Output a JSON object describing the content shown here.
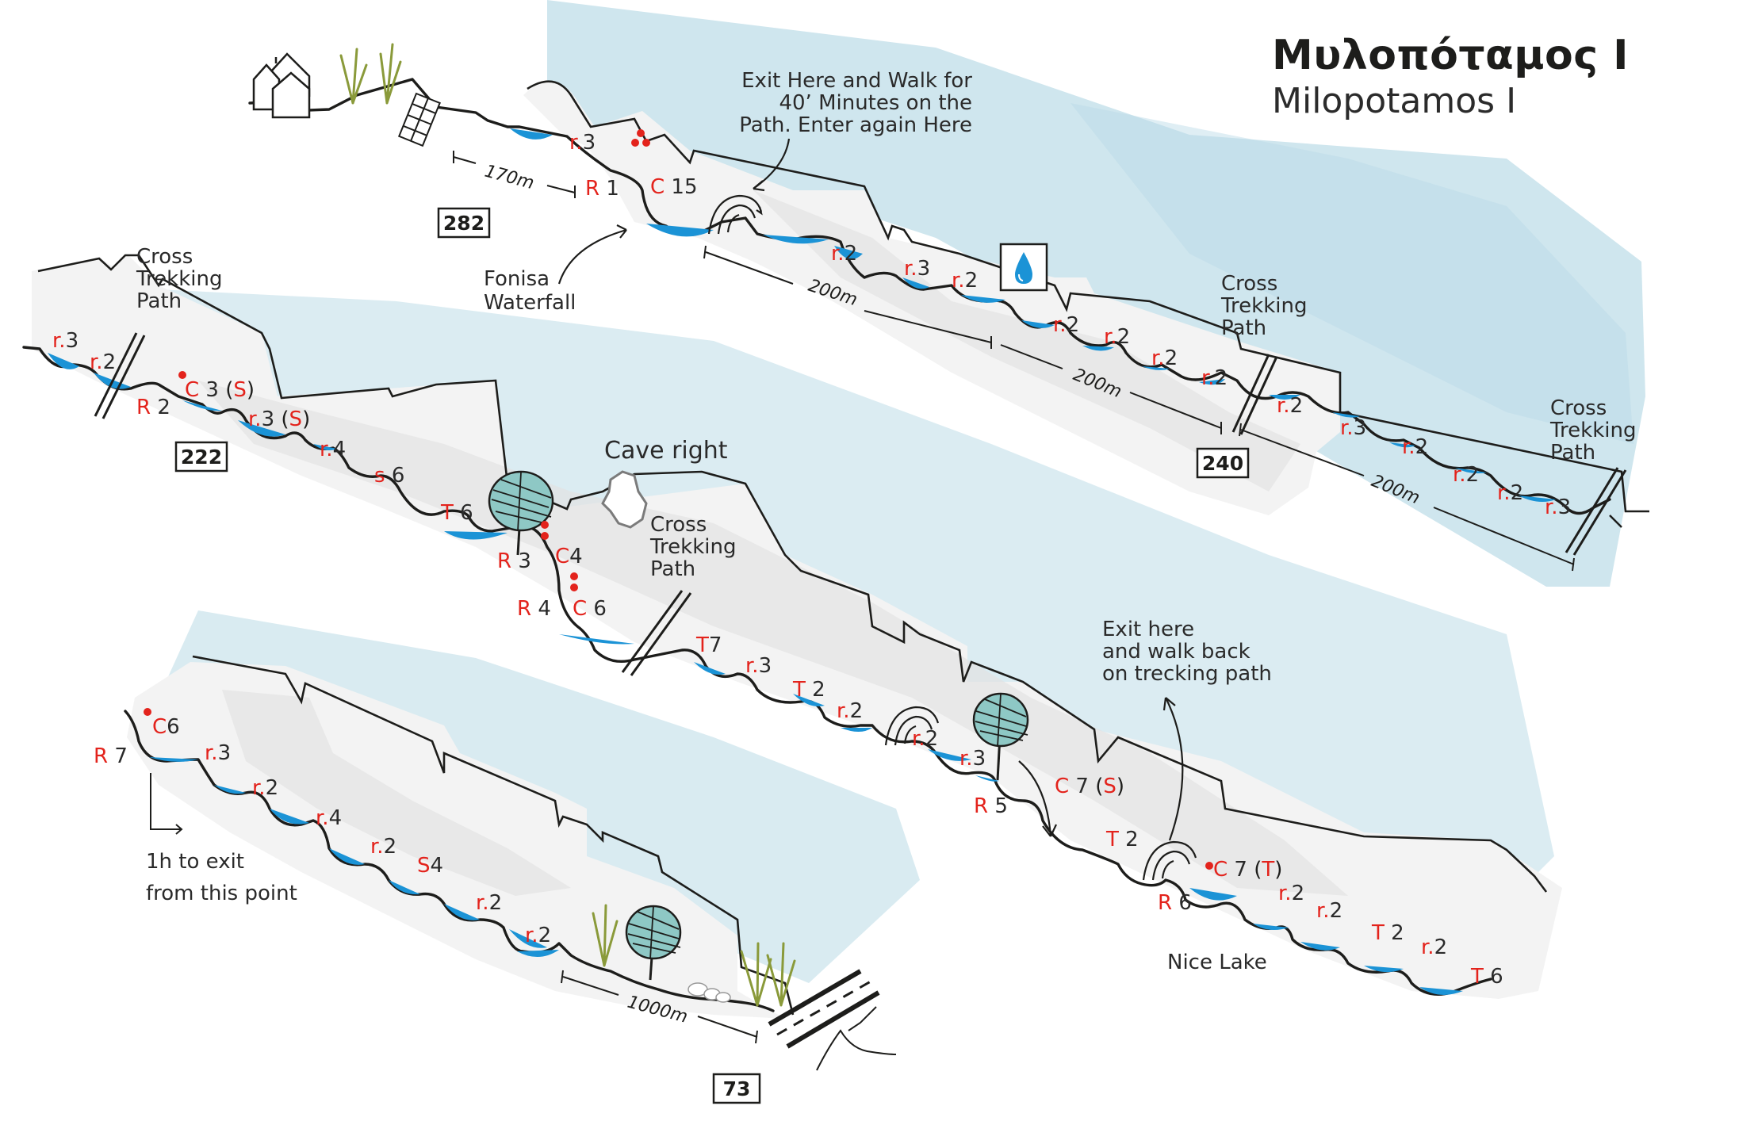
{
  "title": {
    "greek": "Μυλοπόταμος Ι",
    "english": "Milopotamos I"
  },
  "elevation_badges": [
    "282",
    "222",
    "240",
    "73"
  ],
  "distances": [
    "170m",
    "200m",
    "200m",
    "200m",
    "1000m"
  ],
  "annotations": {
    "exit_walk": [
      "Exit Here and Walk for",
      "40’ Minutes on the",
      "Path. Enter again Here"
    ],
    "fonisa": [
      "Fonisa",
      "Waterfall"
    ],
    "cross_path": [
      "Cross",
      "Trekking",
      "Path"
    ],
    "cave_right": "Cave right",
    "exit_back": [
      "Exit here",
      "and walk back",
      "on trecking path"
    ],
    "nice_lake": "Nice Lake",
    "one_hour": [
      "1h to exit",
      "from this point"
    ]
  },
  "icons": {
    "water_source": "water-drop-icon",
    "houses": "houses-icon",
    "solar_panel": "solar-panel-icon",
    "tree": "tree-icon",
    "waterfall": "waterfall-arch-icon",
    "anchor": "anchor-dot-icon",
    "cave": "cave-icon",
    "road": "road-icon"
  },
  "colors": {
    "obstacle_code": "#e3231c",
    "water": "#1b93d6",
    "rock": "#f3f3f3",
    "sky": "#cfe6ee",
    "ink": "#1d1d1b",
    "vegetation": "#8a9a3a",
    "tree": "#8ec8c5"
  },
  "legs": [
    {
      "name": "leg-1",
      "obstacles": [
        {
          "code": "r.",
          "value": "3"
        },
        {
          "code": "R",
          "value": "1"
        },
        {
          "code": "C",
          "value": "15"
        },
        {
          "code": "r.",
          "value": "2"
        },
        {
          "code": "r.",
          "value": "3"
        },
        {
          "code": "r.",
          "value": "2"
        },
        {
          "code": "r.",
          "value": "2"
        },
        {
          "code": "r.",
          "value": "2"
        },
        {
          "code": "r.",
          "value": "2"
        },
        {
          "code": "r.",
          "value": "2"
        },
        {
          "code": "r.",
          "value": "2"
        },
        {
          "code": "r.",
          "value": "3"
        },
        {
          "code": "r.",
          "value": "2"
        },
        {
          "code": "r.",
          "value": "2"
        },
        {
          "code": "r.",
          "value": "2"
        },
        {
          "code": "r.",
          "value": "3"
        }
      ]
    },
    {
      "name": "leg-2",
      "obstacles": [
        {
          "code": "r.",
          "value": "3"
        },
        {
          "code": "r.",
          "value": "2"
        },
        {
          "code": "R",
          "value": "2"
        },
        {
          "code": "C",
          "value": "3",
          "suffix": "(S)"
        },
        {
          "code": "r.",
          "value": "3",
          "suffix": "(S)"
        },
        {
          "code": "r.",
          "value": "4"
        },
        {
          "code": "s",
          "value": "6"
        },
        {
          "code": "T",
          "value": "6"
        },
        {
          "code": "R",
          "value": "3"
        },
        {
          "code": "C",
          "value": "4"
        },
        {
          "code": "R",
          "value": "4"
        },
        {
          "code": "C",
          "value": "6"
        },
        {
          "code": "T",
          "value": "7"
        },
        {
          "code": "r.",
          "value": "3"
        },
        {
          "code": "T",
          "value": "2"
        },
        {
          "code": "r.",
          "value": "2"
        },
        {
          "code": "r.",
          "value": "2"
        },
        {
          "code": "r.",
          "value": "3"
        },
        {
          "code": "R",
          "value": "5"
        },
        {
          "code": "C",
          "value": "7",
          "suffix": "(S)"
        },
        {
          "code": "T",
          "value": "2"
        },
        {
          "code": "R",
          "value": "6"
        },
        {
          "code": "C",
          "value": "7",
          "suffix": "(T)"
        },
        {
          "code": "r.",
          "value": "2"
        },
        {
          "code": "r.",
          "value": "2"
        },
        {
          "code": "T",
          "value": "2"
        },
        {
          "code": "r.",
          "value": "2"
        },
        {
          "code": "T",
          "value": "6"
        }
      ]
    },
    {
      "name": "leg-3",
      "obstacles": [
        {
          "code": "R",
          "value": "7"
        },
        {
          "code": "C",
          "value": "6"
        },
        {
          "code": "r.",
          "value": "3"
        },
        {
          "code": "r.",
          "value": "2"
        },
        {
          "code": "r.",
          "value": "4"
        },
        {
          "code": "r.",
          "value": "2"
        },
        {
          "code": "S",
          "value": "4"
        },
        {
          "code": "r.",
          "value": "2"
        },
        {
          "code": "r.",
          "value": "2"
        }
      ]
    }
  ]
}
